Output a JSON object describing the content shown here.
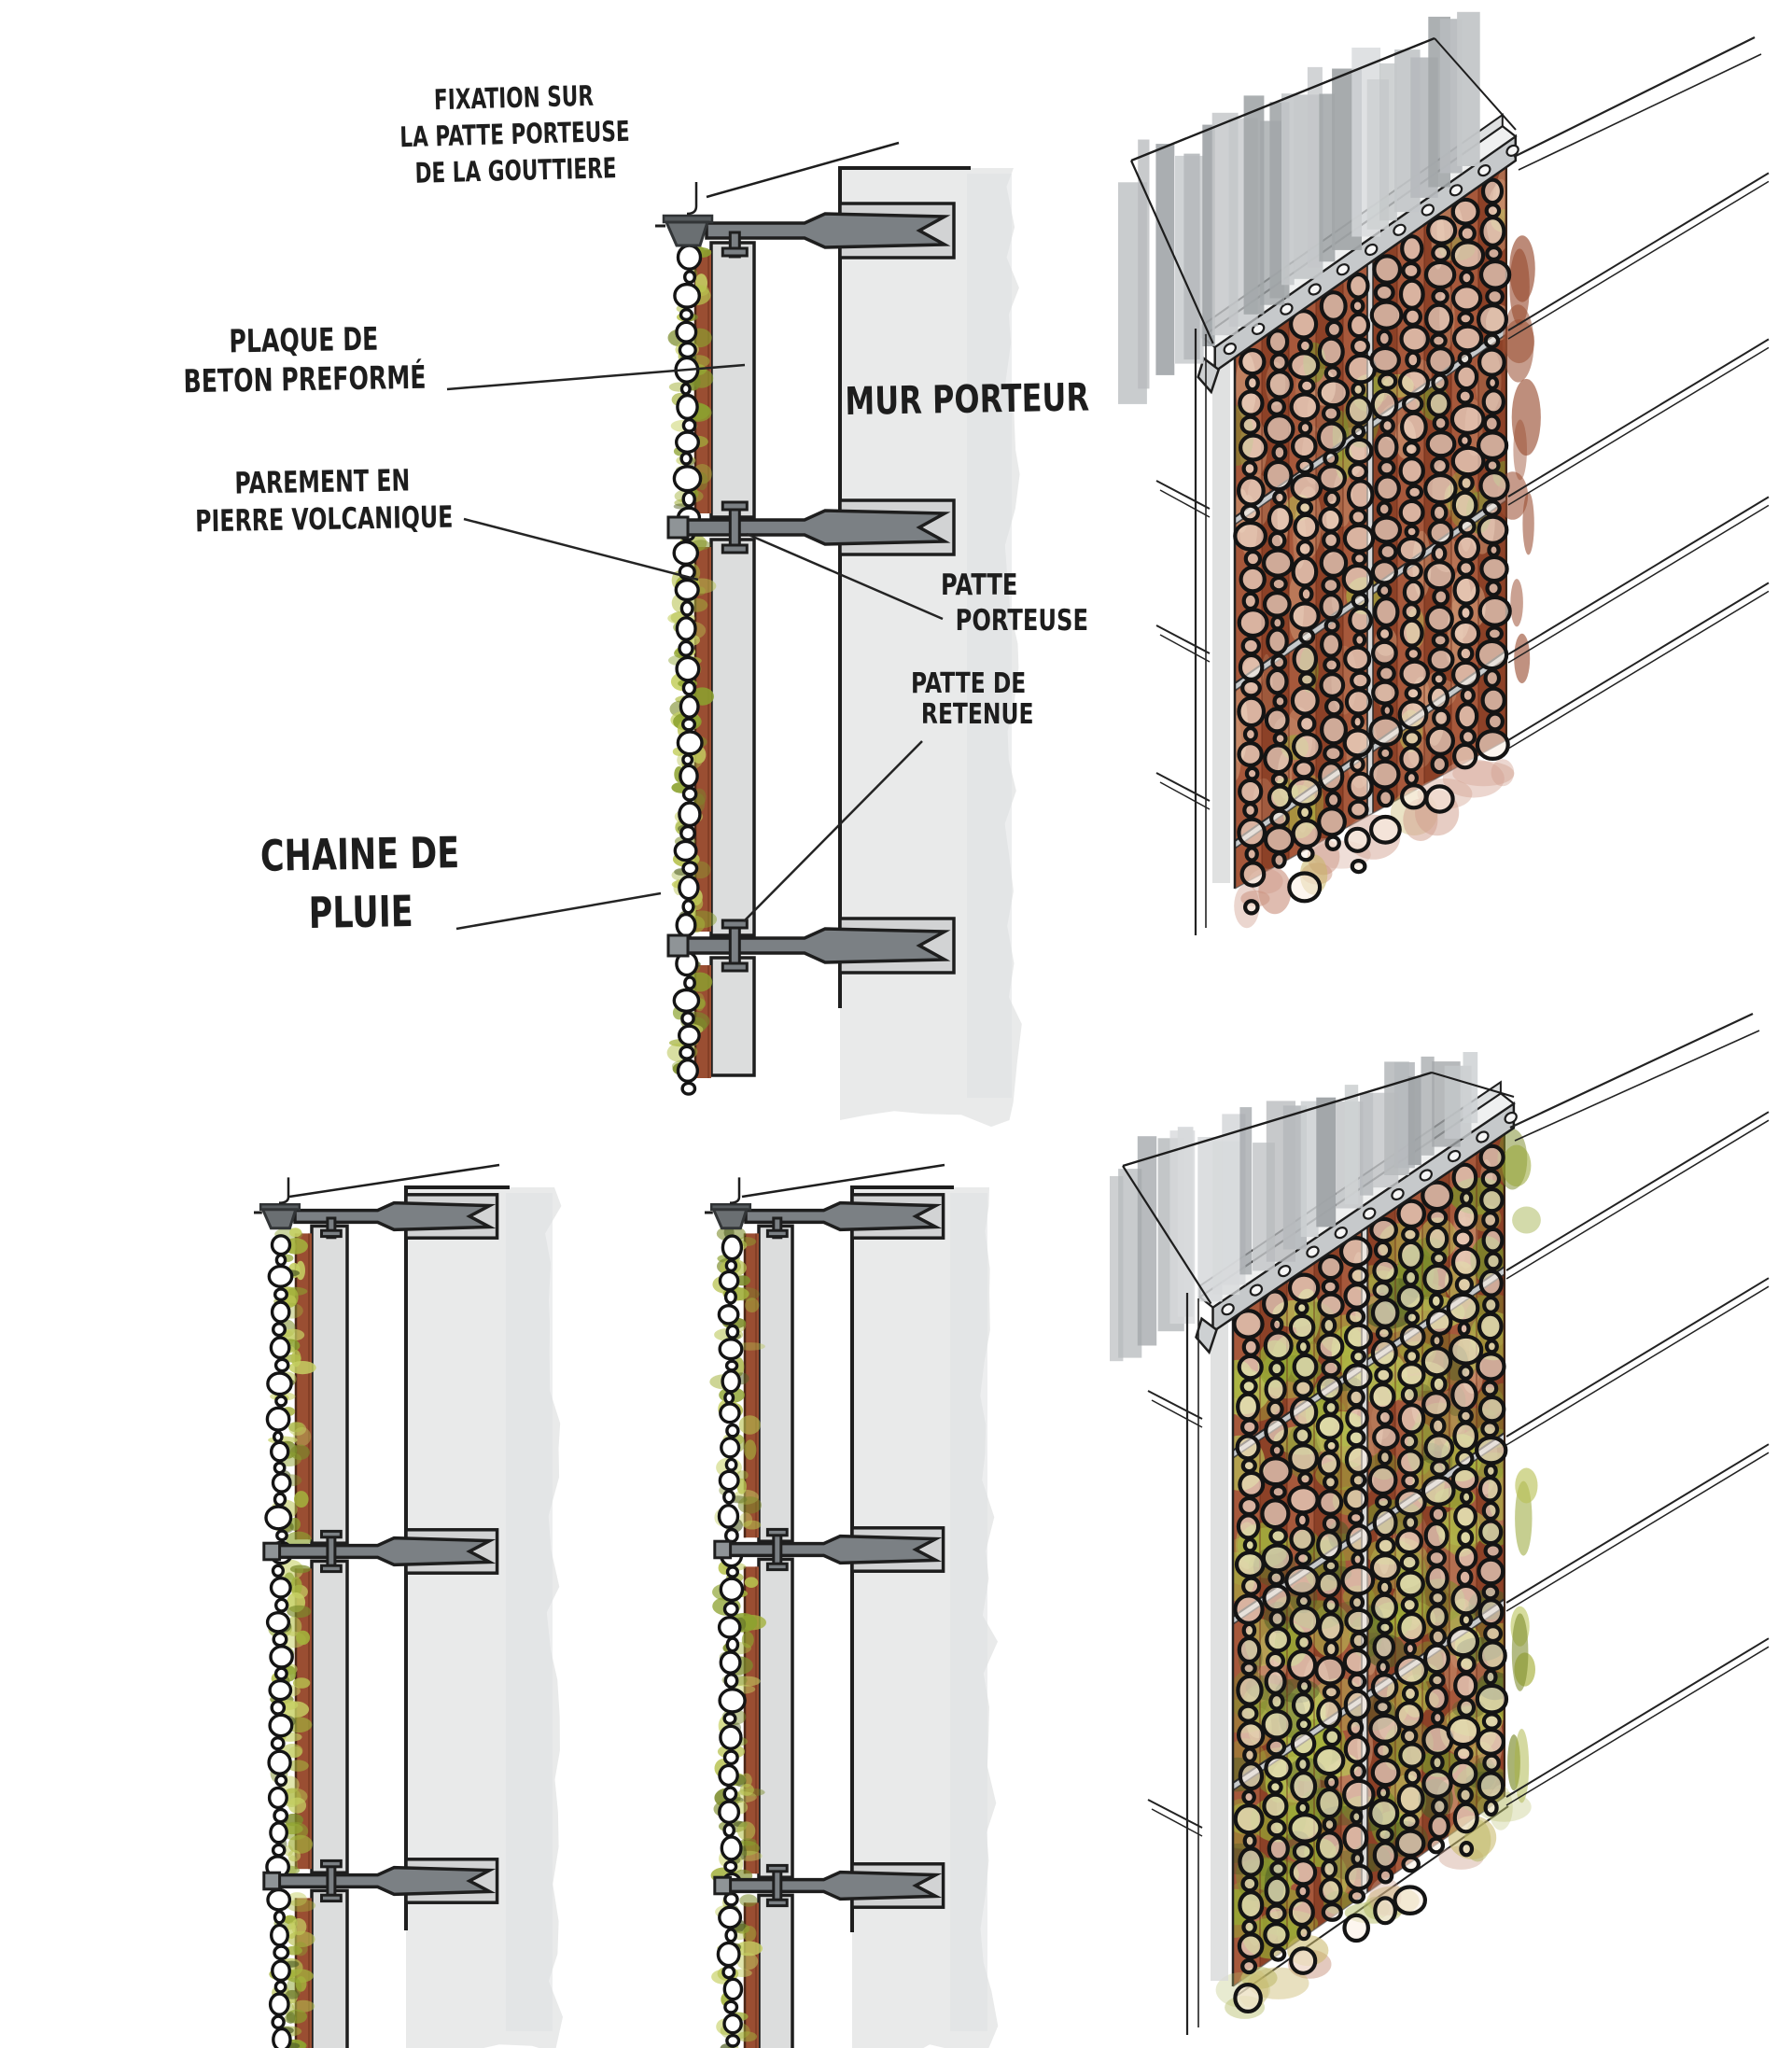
{
  "annotations": {
    "fixation": {
      "lines": [
        "FIXATION SUR",
        "LA PATTE PORTEUSE",
        "DE LA GOUTTIERE"
      ]
    },
    "plaque": {
      "lines": [
        "PLAQUE DE",
        "BETON PREFORMÉ"
      ]
    },
    "mur": {
      "text": "MUR PORTEUR"
    },
    "parement": {
      "lines": [
        "PAREMENT EN",
        "PIERRE VOLCANIQUE"
      ]
    },
    "patte_porteuse": {
      "lines": [
        "PATTE",
        "PORTEUSE"
      ]
    },
    "patte_retenue": {
      "lines": [
        "PATTE DE",
        "RETENUE"
      ]
    },
    "chaine": {
      "lines": [
        "CHAINE DE",
        "PLUIE"
      ]
    }
  },
  "colors": {
    "paper": "#ffffff",
    "ink": "#1e1e1e",
    "wall": "#e9eaea",
    "wash": "#dfe0e1",
    "plate": "#dcdddd",
    "box": "#d2d3d4",
    "bracket": "#7b8084",
    "stone": "#9a4e32",
    "stoneDark": "#8a4026",
    "stoneLight": "#a85a3d",
    "salmon": "#cb9370",
    "moss": [
      "#b7c24f",
      "#a3b13c",
      "#8ca22f",
      "#c6d063",
      "#7c8c2b"
    ],
    "greens": [
      "#a9b341",
      "#97a634",
      "#b9c257",
      "#7d8c2c"
    ],
    "roofGrays": [
      "#c4c7c9",
      "#ced1d3",
      "#b7babd",
      "#d7d9db",
      "#a2a6a9"
    ],
    "washBotR": [
      "#d2a18f",
      "#c98f7c",
      "#c9b86a"
    ],
    "washBotG": [
      "#c9b86a",
      "#b6bd6a",
      "#cfa391"
    ]
  }
}
